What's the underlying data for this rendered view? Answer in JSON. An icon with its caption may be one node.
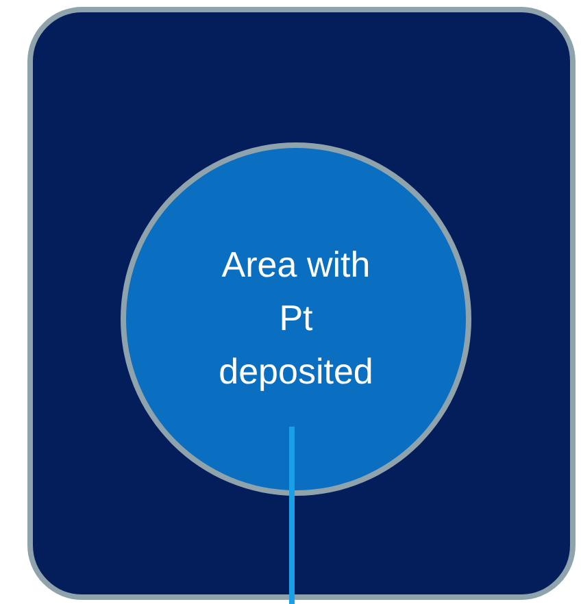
{
  "diagram": {
    "nodes": [
      {
        "text": [],
        "shape": "box"
      },
      {
        "text": [
          "Area with Pt deposited"
        ],
        "in": 0
      }
    ],
    "edges": [
      {
        "from": null,
        "to": 1,
        "arrow": "none"
      }
    ]
  }
}
